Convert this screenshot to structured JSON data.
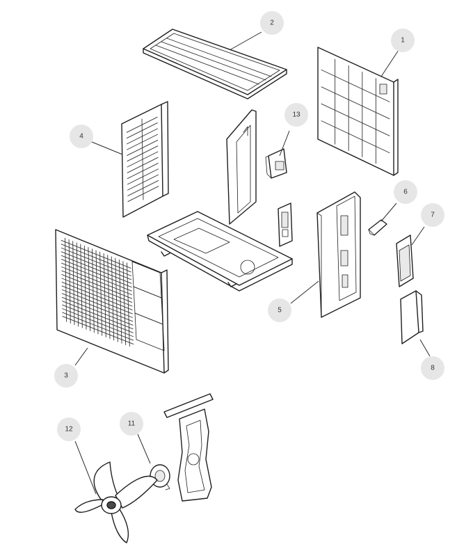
{
  "callouts": [
    {
      "id": "1",
      "label": "1"
    },
    {
      "id": "2",
      "label": "2"
    },
    {
      "id": "3",
      "label": "3"
    },
    {
      "id": "4",
      "label": "4"
    },
    {
      "id": "5",
      "label": "5"
    },
    {
      "id": "6",
      "label": "6"
    },
    {
      "id": "7",
      "label": "7"
    },
    {
      "id": "8",
      "label": "8"
    },
    {
      "id": "11",
      "label": "11"
    },
    {
      "id": "12",
      "label": "12"
    },
    {
      "id": "13",
      "label": "13"
    }
  ]
}
